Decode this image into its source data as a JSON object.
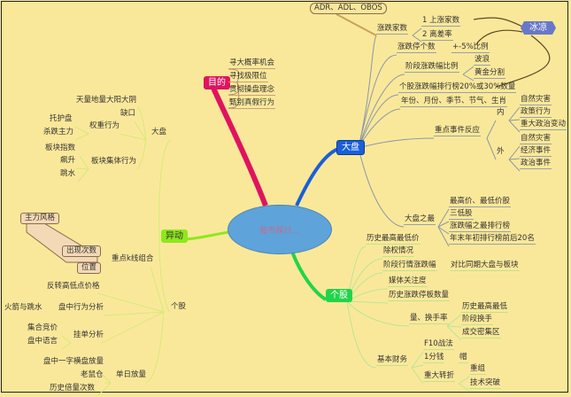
{
  "center": "股市探讨…",
  "colors": {
    "background": "#fae89a",
    "purpose": "#e0135f",
    "market": "#1a5fd8",
    "stock": "#22d44a",
    "anomaly": "#8de81c",
    "ice": "#6878c8",
    "center": "#5ea3d9"
  },
  "purpose": {
    "label": "目的",
    "items": [
      "寻大概率机会",
      "寻找极限位",
      "贯彻操盘理念",
      "甄别真假行为"
    ]
  },
  "market": {
    "label": "大盘",
    "adr": "ADR、ADL、OBOS",
    "ice": "冰凉",
    "updown": {
      "label": "涨跌家数",
      "items": [
        "1 上涨家数",
        "2 离差率"
      ]
    },
    "limit": {
      "label": "涨跌停个数",
      "sub": "+-5%比例"
    },
    "stage": {
      "label": "阶段涨跌幅比例",
      "items": [
        "波浪",
        "黄金分割"
      ]
    },
    "rank": "个股涨跌幅排行榜20%或30%数量",
    "calendar": "年份、月份、季节、节气、生肖",
    "events": {
      "label": "重点事件反应",
      "inner": {
        "label": "内",
        "items": [
          "自然灾害",
          "政策行为",
          "重大政治变动"
        ]
      },
      "outer": {
        "label": "外",
        "items": [
          "自然灾害",
          "经济事件",
          "政治事件"
        ]
      }
    },
    "extremes": {
      "label": "大盘之最",
      "items": [
        "最高价、最低价股",
        "三低股",
        "涨跌幅之最排行榜",
        "年末年初排行榜前后20名"
      ]
    }
  },
  "stock": {
    "label": "个股",
    "items": [
      "历史最高最低价",
      "除权情况",
      "阶段行情涨跌幅",
      "对比同期大盘与板块",
      "媒体关注度",
      "历史涨跌停板数量"
    ],
    "turnover": {
      "label": "量、换手率",
      "items": [
        "历史最高最低",
        "阶段换手",
        "成交密集区"
      ]
    },
    "finance": {
      "label": "基本财务",
      "f10": "F10战法",
      "cent": "1分钱",
      "hat": "帽",
      "turn": {
        "label": "重大转折",
        "items": [
          "重组",
          "技术突破"
        ]
      }
    }
  },
  "anomaly": {
    "label": "异动",
    "market": {
      "label": "大盘",
      "items": [
        "天量地量大阳大阴",
        "缺口"
      ],
      "weight": {
        "label": "权重行为",
        "items": [
          "托护盘",
          "杀跌主力"
        ]
      },
      "sector": {
        "label": "板块集体行为",
        "items": [
          "板块指数",
          "飙升",
          "跳水"
        ]
      }
    },
    "stock": {
      "label": "个股",
      "kline": {
        "label": "重点k线组合",
        "items": [
          "主力风格",
          "出现次数",
          "位置"
        ]
      },
      "reversal": "反转高低点价格",
      "intraday": {
        "label": "盘中行为分析",
        "items": [
          "火箭与跳水"
        ]
      },
      "orders": {
        "label": "挂单分析",
        "items": [
          "集合竞价",
          "盘中语言"
        ]
      },
      "volume": {
        "label": "单日放量",
        "items": [
          "盘中一字横盘放量",
          "老鼠仓",
          "历史倍量次数"
        ]
      }
    }
  }
}
